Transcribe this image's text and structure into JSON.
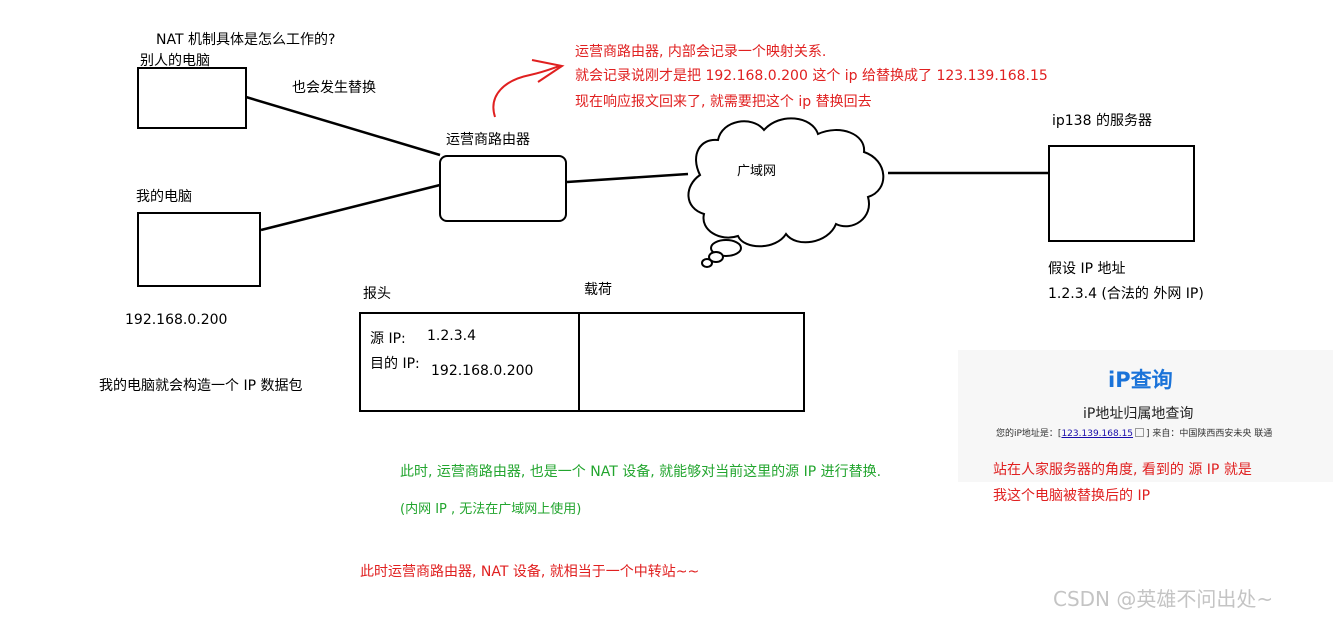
{
  "question": "NAT 机制具体是怎么工作的?",
  "other_pc": "别人的电脑",
  "also_replace": "也会发生替换",
  "my_pc": "我的电脑",
  "my_ip": "192.168.0.200",
  "build_packet": "我的电脑就会构造一个 IP 数据包",
  "router_label": "运营商路由器",
  "router_note": [
    "运营商路由器, 内部会记录一个映射关系.",
    "就会记录说刚才是把 192.168.0.200 这个 ip 给替换成了 123.139.168.15",
    "现在响应报文回来了, 就需要把这个 ip 替换回去"
  ],
  "wan": "广域网",
  "server_label": "ip138 的服务器",
  "assume_ip": "假设 IP 地址",
  "server_ip": "1.2.3.4  (合法的 外网 IP)",
  "packet": {
    "header": "报头",
    "payload": "载荷",
    "src_label": "源 IP:",
    "src_value": "1.2.3.4",
    "dst_label": "目的 IP:",
    "dst_value": "192.168.0.200"
  },
  "nat_note": "此时, 运营商路由器, 也是一个 NAT 设备, 就能够对当前这里的源 IP 进行替换.",
  "private_note": "(内网 IP , 无法在广域网上使用)",
  "relay_note": "此时运营商路由器, NAT 设备, 就相当于一个中转站~~",
  "ip_query": {
    "logo": "iP查询",
    "subtitle": "iP地址归属地查询",
    "line_prefix": "您的iP地址是：[",
    "ip_link": "123.139.168.15",
    "line_suffix": "] 来自：中国陕西西安未央 联通"
  },
  "server_view": [
    "站在人家服务器的角度, 看到的 源 IP 就是",
    "我这个电脑被替换后的 IP"
  ],
  "watermark": "CSDN @英雄不问出处~"
}
